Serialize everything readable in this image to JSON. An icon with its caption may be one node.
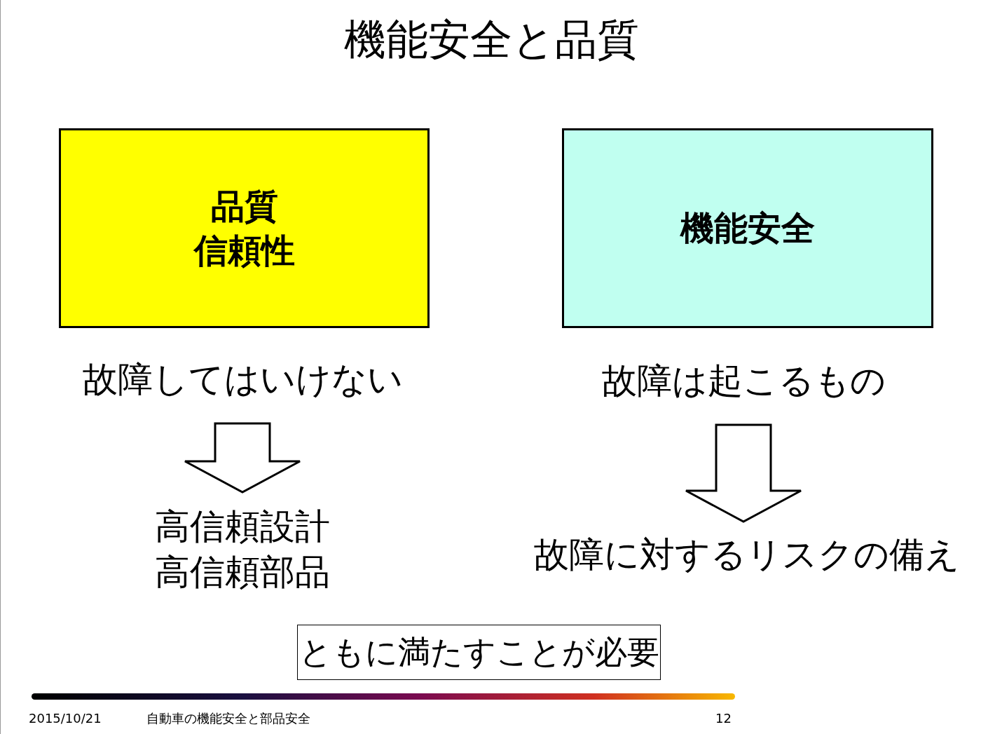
{
  "diagram": {
    "title": "機能安全と品質",
    "nodes": [
      {
        "text": [
          "品質",
          "信頼性"
        ]
      },
      {
        "text": [
          "機能安全"
        ]
      },
      {
        "text": [
          "故障してはいけない"
        ]
      },
      {
        "text": [
          "高信頼設計",
          "高信頼部品"
        ]
      },
      {
        "text": [
          "故障は起こるもの"
        ]
      },
      {
        "text": [
          "故障に対するリスクの備え"
        ]
      },
      {
        "text": [
          "ともに満たすことが必要"
        ]
      }
    ],
    "edges": [
      {
        "from": 2,
        "to": 3,
        "arrow": "to"
      },
      {
        "from": 4,
        "to": 5,
        "arrow": "to"
      }
    ],
    "labels": [
      "2015/10/21",
      "自動車の機能安全と部品安全",
      "12"
    ]
  }
}
